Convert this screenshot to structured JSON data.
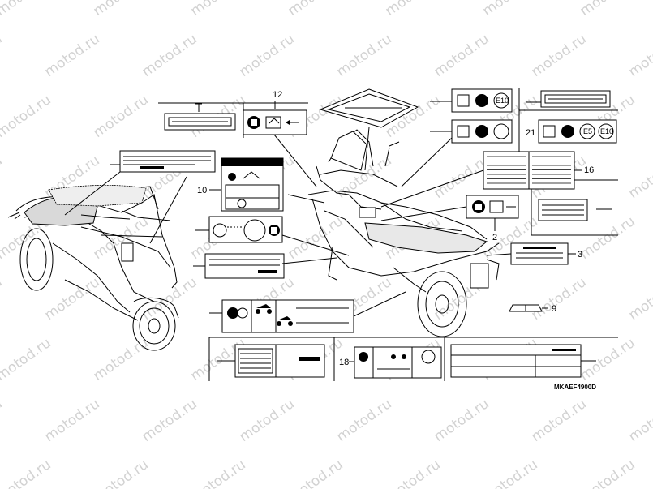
{
  "watermark": "motod.ru",
  "diagram_code": "MKAEF4900D",
  "callouts": {
    "c2": "2",
    "c3": "3",
    "c9": "9",
    "c10": "10",
    "c12": "12",
    "c16": "16",
    "c18": "18",
    "c21": "21"
  },
  "label_captions": {
    "e10": "E10",
    "e5": "E5",
    "e10b": "E10"
  }
}
